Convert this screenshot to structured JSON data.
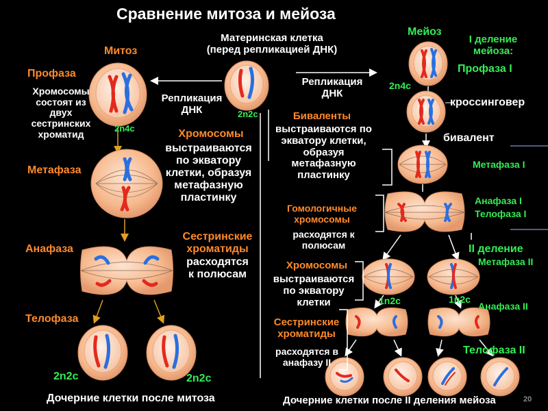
{
  "title": "Сравнение митоза и мейоза",
  "mother_cell": {
    "line1": "Материнская клетка",
    "line2": "(перед репликацией ДНК)"
  },
  "mitosis": {
    "heading": "Митоз",
    "prophase": "Профаза",
    "prophase_desc": [
      "Хромосомы",
      "состоят из",
      "двух",
      "сестринских",
      "хроматид"
    ],
    "label_2n4c": "2n4c",
    "replication": [
      "Репликация",
      "ДНК"
    ],
    "label_2n2c_mother": "2n2c",
    "metaphase": "Метафаза",
    "metaphase_desc_title": "Хромосомы",
    "metaphase_desc": [
      "выстраиваются",
      "по экватору",
      "клетки, образуя",
      "метафазную",
      "пластинку"
    ],
    "anaphase": "Анафаза",
    "anaphase_desc_title": [
      "Сестринские",
      "хроматиды"
    ],
    "anaphase_desc": [
      "расходятся",
      "к полюсам"
    ],
    "telophase": "Телофаза",
    "daughter_left": "2n2c",
    "daughter_right": "2n2c",
    "footer": "Дочерние клетки после митоза"
  },
  "meiosis": {
    "heading": "Мейоз",
    "first_division": [
      "I деление",
      "мейоза:"
    ],
    "prophase1": "Профаза I",
    "label_2n4c": "2n4c",
    "crossingover": "кроссинговер",
    "bivalent": "бивалент",
    "replication": [
      "Репликация",
      "ДНК"
    ],
    "bivalents_title": "Биваленты",
    "bivalents_desc": [
      "выстраиваются по",
      "экватору клетки,",
      "образуя",
      "метафазную",
      "пластинку"
    ],
    "metaphase1": "Метафаза I",
    "homologous_title": [
      "Гомологичные",
      "хромосомы"
    ],
    "homologous_desc": [
      "расходятся к",
      "полюсам"
    ],
    "anaphase1": "Анафаза I",
    "telophase1": "Телофаза I",
    "second_division": "II деление",
    "metaphase2": "Метафаза II",
    "chrom_title": "Хромосомы",
    "chrom_desc": [
      "выстраиваются",
      "по экватору",
      "клетки"
    ],
    "label_1n2c_left": "1n2c",
    "label_1n2c_right": "1n2c",
    "anaphase2": "Анафаза II",
    "sister_title": [
      "Сестринские",
      "хроматиды"
    ],
    "sister_desc": [
      "расходятся в",
      "анафазу II"
    ],
    "telophase2": "Телофаза II",
    "footer": "Дочерние клетки  после II деления мейоза"
  },
  "page_number": "20",
  "colors": {
    "background": "#000000",
    "label_orange": "#ff8a2a",
    "label_green": "#33ee55",
    "cell_fill": "#f6b98e",
    "chromosome_red": "#e32a1e",
    "chromosome_blue": "#2a6fe0"
  }
}
